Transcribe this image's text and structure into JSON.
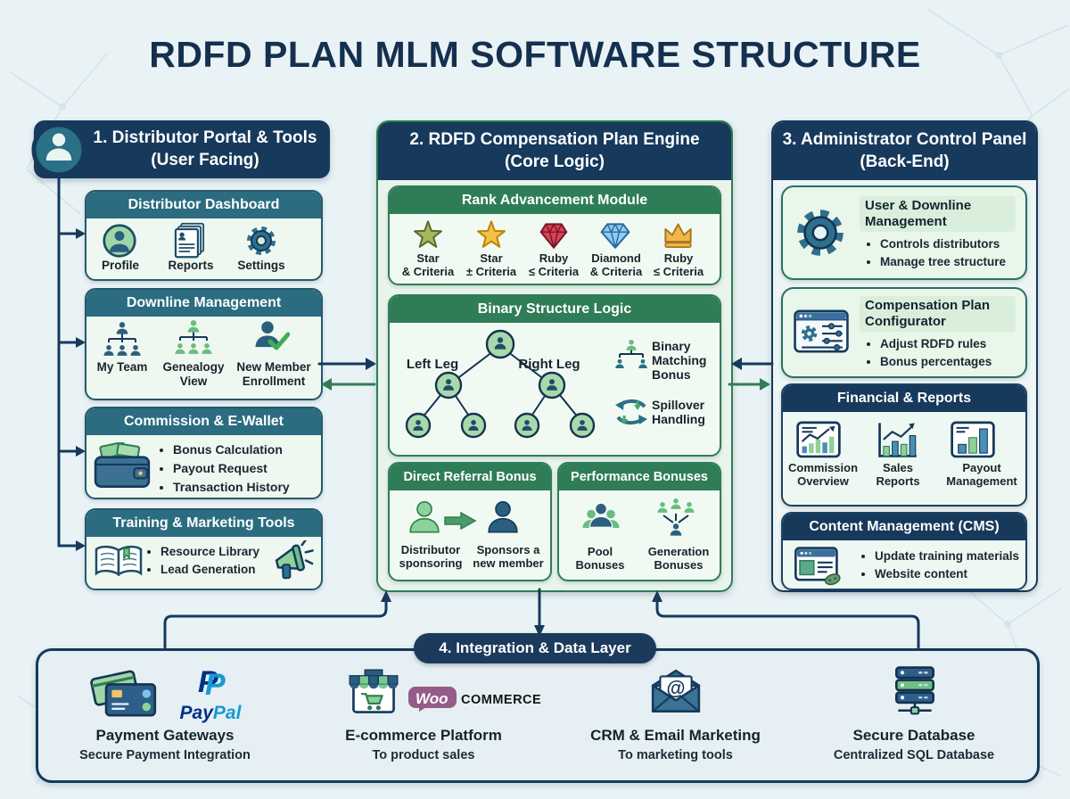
{
  "title": "RDFD PLAN MLM SOFTWARE STRUCTURE",
  "panel1": {
    "header_line1": "1. Distributor Portal & Tools",
    "header_line2": "(User Facing)",
    "dashboard": {
      "title": "Distributor Dashboard",
      "items": [
        {
          "icon": "profile-icon",
          "label": "Profile"
        },
        {
          "icon": "reports-icon",
          "label": "Reports"
        },
        {
          "icon": "settings-gear-icon",
          "label": "Settings"
        }
      ]
    },
    "downline": {
      "title": "Downline Management",
      "items": [
        {
          "icon": "team-tree-icon",
          "label": "My Team"
        },
        {
          "icon": "genealogy-tree-icon",
          "label": "Genealogy View"
        },
        {
          "icon": "person-check-icon",
          "label": "New Member Enrollment"
        }
      ]
    },
    "commission": {
      "title": "Commission & E-Wallet",
      "icon": "wallet-icon",
      "bullets": [
        "Bonus Calculation",
        "Payout Request",
        "Transaction History"
      ]
    },
    "training": {
      "title": "Training & Marketing Tools",
      "icon_left": "book-icon",
      "icon_right": "megaphone-icon",
      "bullets": [
        "Resource Library",
        "Lead Generation"
      ]
    }
  },
  "panel2": {
    "header_line1": "2. RDFD Compensation Plan Engine",
    "header_line2": "(Core Logic)",
    "rank": {
      "title": "Rank Advancement Module",
      "items": [
        {
          "icon": "star-green-icon",
          "line1": "Star",
          "line2": "& Criteria"
        },
        {
          "icon": "star-gold-icon",
          "line1": "Star",
          "line2": "± Criteria"
        },
        {
          "icon": "ruby-gem-icon",
          "line1": "Ruby",
          "line2": "≤ Criteria"
        },
        {
          "icon": "diamond-gem-icon",
          "line1": "Diamond",
          "line2": "& Criteria"
        },
        {
          "icon": "crown-icon",
          "line1": "Ruby",
          "line2": "≤ Criteria"
        }
      ]
    },
    "binary": {
      "title": "Binary Structure Logic",
      "left_leg": "Left Leg",
      "right_leg": "Right Leg",
      "matching_label": "Binary Matching Bonus",
      "spillover_label": "Spillover Handling"
    },
    "referral": {
      "title": "Direct Referral Bonus",
      "label1": "Distributor sponsoring",
      "label2": "Sponsors a new member"
    },
    "performance": {
      "title": "Performance Bonuses",
      "label1": "Pool Bonuses",
      "label2": "Generation Bonuses"
    }
  },
  "panel3": {
    "header_line1": "3. Administrator Control Panel",
    "header_line2": "(Back-End)",
    "user_mgmt": {
      "title": "User & Downline Management",
      "bullets": [
        "Controls distributors",
        "Manage tree structure"
      ]
    },
    "configurator": {
      "title": "Compensation Plan Configurator",
      "bullets": [
        "Adjust RDFD rules",
        "Bonus percentages"
      ]
    },
    "financial": {
      "title": "Financial & Reports",
      "items": [
        {
          "icon": "commission-chart-icon",
          "label": "Commission Overview"
        },
        {
          "icon": "sales-chart-icon",
          "label": "Sales Reports"
        },
        {
          "icon": "payout-chart-icon",
          "label": "Payout Management"
        }
      ]
    },
    "cms": {
      "title": "Content Management (CMS)",
      "bullets": [
        "Update training materials",
        "Website content"
      ]
    }
  },
  "integration": {
    "pill": "4. Integration & Data Layer",
    "payment": {
      "title": "Payment Gateways",
      "subtitle": "Secure Payment Integration",
      "brand_pay": "Pay",
      "brand_pal": "Pal"
    },
    "ecommerce": {
      "title": "E-commerce Platform",
      "subtitle": "To product sales",
      "brand_woo": "Woo",
      "brand_commerce": "COMMERCE"
    },
    "crm": {
      "title": "CRM & Email Marketing",
      "subtitle": "To marketing tools",
      "at_glyph": "@"
    },
    "database": {
      "title": "Secure Database",
      "subtitle": "Centralized SQL Database"
    }
  },
  "colors": {
    "navy": "#16395c",
    "teal_header": "#2b6c80",
    "green_header": "#2f7d56",
    "accent_green": "#3fae52",
    "light_green": "#8fd19a",
    "steel_blue": "#2e6f8e",
    "gold": "#f0c36a",
    "ruby_red": "#c9344a",
    "diamond_blue": "#7ec3ea",
    "paypal_dark": "#003087",
    "paypal_light": "#1899d6",
    "woo_purple": "#945c89",
    "background": "#e9f3f6"
  }
}
